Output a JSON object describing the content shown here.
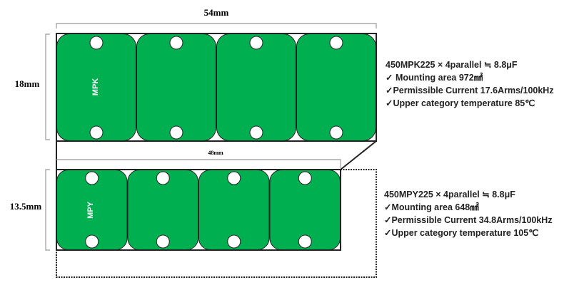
{
  "colors": {
    "cap_fill": "#00b050",
    "outline": "#222222",
    "bracket": "#999999"
  },
  "top": {
    "width_label": "54mm",
    "height_label": "18mm",
    "cap_label": "MPK",
    "count": 4,
    "specs": [
      "450MPK225 × 4parallel ≒ 8.8μF",
      "✓ Mounting area 972㎟",
      "✓Permissible Current 17.6Arms/100kHz",
      "✓Upper category temperature 85℃"
    ]
  },
  "bottom": {
    "width_label": "48mm",
    "height_label": "13.5mm",
    "cap_label": "MPY",
    "count": 4,
    "specs": [
      "450MPY225 × 4parallel ≒ 8.8μF",
      "✓Mounting area 648㎟",
      "✓Permissible Current 34.8Arms/100kHz",
      "✓Upper category temperature 105℃"
    ]
  }
}
